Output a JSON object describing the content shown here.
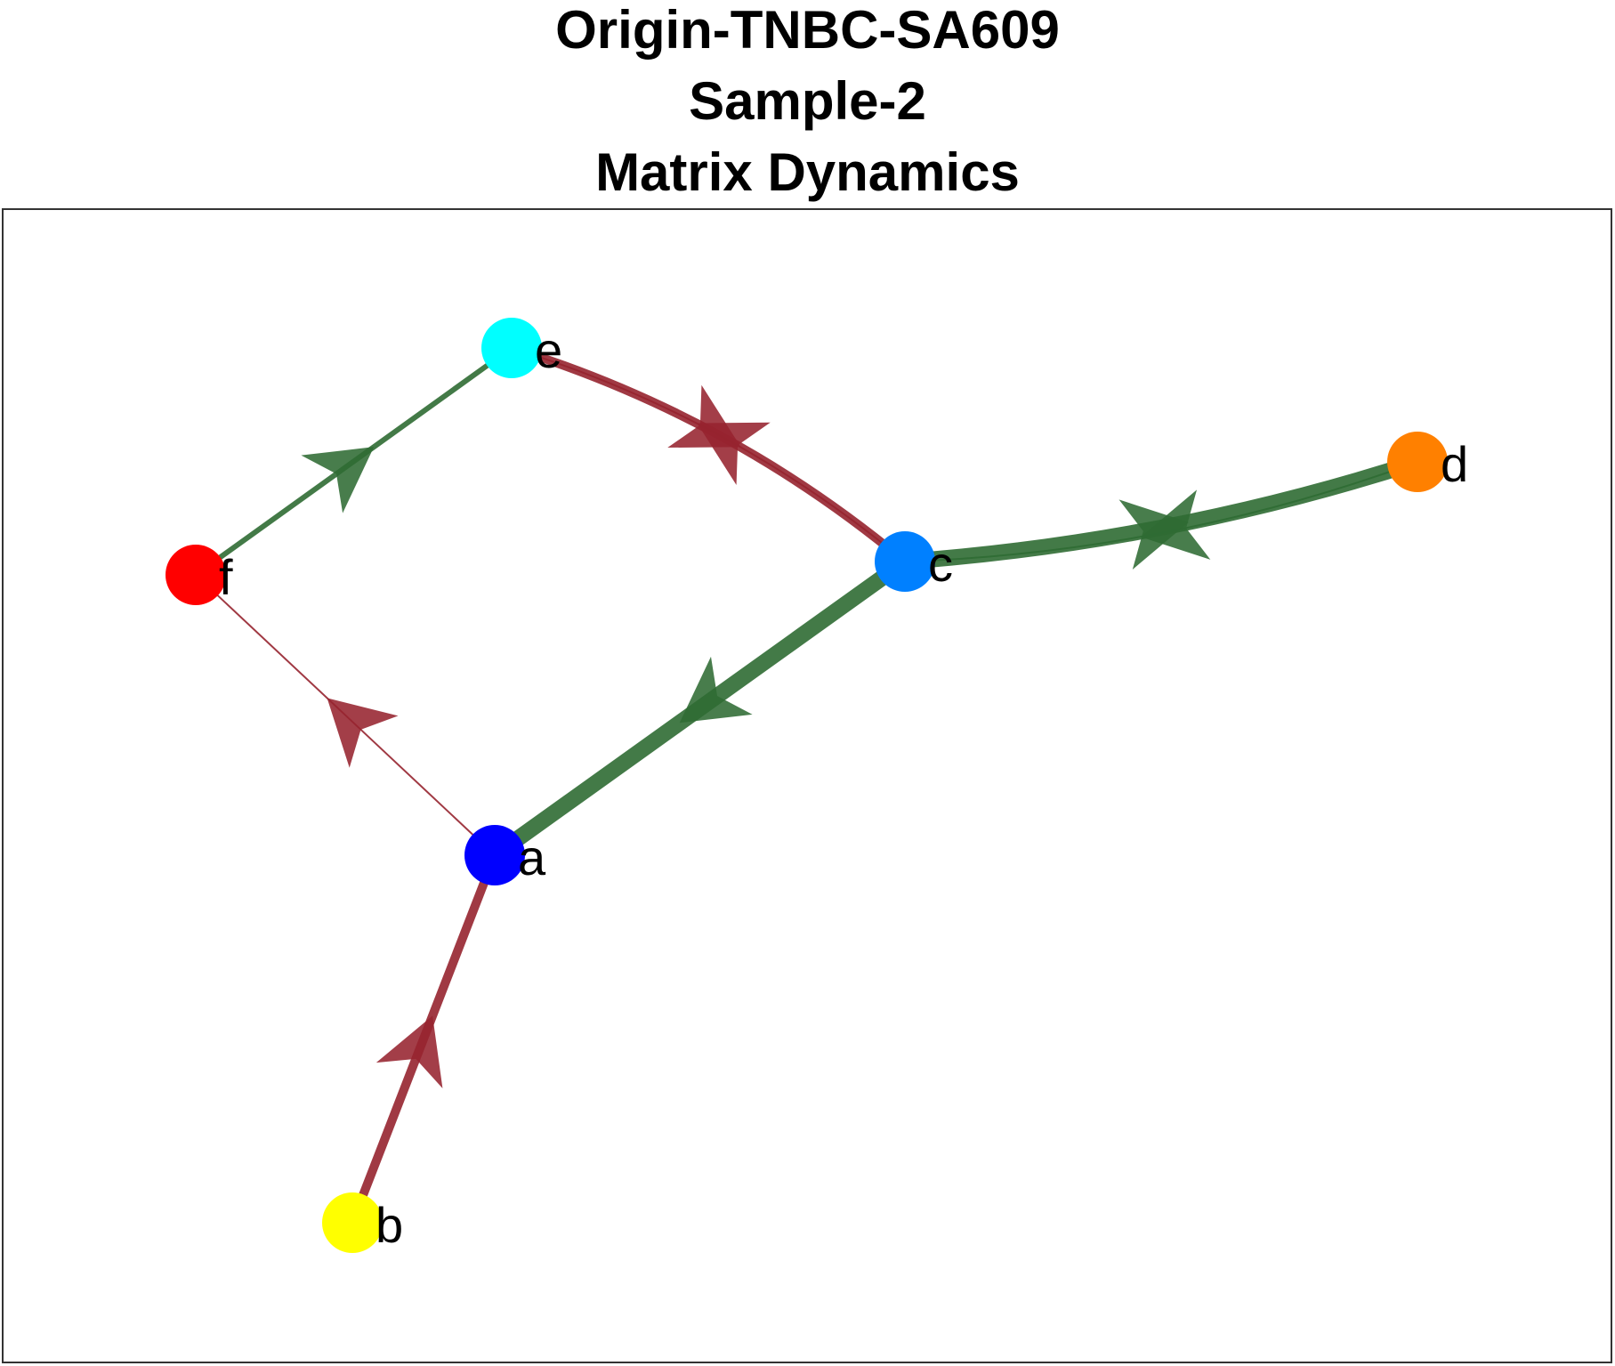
{
  "title": {
    "line1": "Origin-TNBC-SA609",
    "line2": "Sample-2",
    "line3": "Matrix Dynamics"
  },
  "colors": {
    "increase_edge": "#2f6b33",
    "decrease_edge": "#96232f",
    "frame": "#333333"
  },
  "nodes": [
    {
      "id": "a",
      "label": "a",
      "color": "#0000ff"
    },
    {
      "id": "b",
      "label": "b",
      "color": "#ffff00"
    },
    {
      "id": "c",
      "label": "c",
      "color": "#0080ff"
    },
    {
      "id": "d",
      "label": "d",
      "color": "#ff8000"
    },
    {
      "id": "e",
      "label": "e",
      "color": "#00ffff"
    },
    {
      "id": "f",
      "label": "f",
      "color": "#ff0000"
    }
  ],
  "edges": [
    {
      "from": "f",
      "to": "e",
      "sign": "positive",
      "weight": "medium"
    },
    {
      "from": "e",
      "to": "c",
      "sign": "negative",
      "weight": "thin"
    },
    {
      "from": "c",
      "to": "e",
      "sign": "negative",
      "weight": "thick"
    },
    {
      "from": "d",
      "to": "c",
      "sign": "positive",
      "weight": "thin"
    },
    {
      "from": "c",
      "to": "d",
      "sign": "positive",
      "weight": "very-thick"
    },
    {
      "from": "c",
      "to": "a",
      "sign": "positive",
      "weight": "very-thick"
    },
    {
      "from": "a",
      "to": "f",
      "sign": "negative",
      "weight": "thin"
    },
    {
      "from": "b",
      "to": "a",
      "sign": "negative",
      "weight": "thick"
    }
  ]
}
